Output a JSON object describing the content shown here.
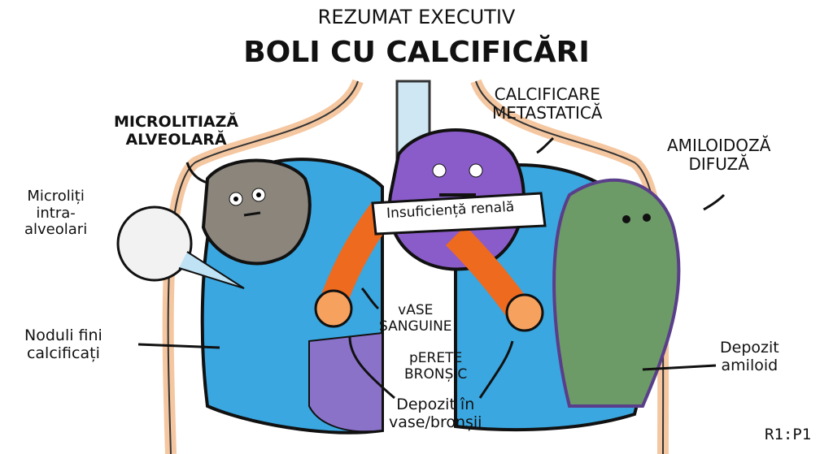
{
  "header": {
    "subtitle": "REZUMAT EXECUTIV",
    "title": "BOLI CU CALCIFICĂRI"
  },
  "labels": {
    "microlitiaza": [
      "MICROLITIAZĂ",
      "ALVEOLARĂ"
    ],
    "microliti": [
      "Microliți",
      "intra-",
      "alveolari"
    ],
    "noduli": [
      "Noduli fini",
      "calcificați"
    ],
    "metastatica": [
      "CALCIFICARE",
      "METASTATICĂ"
    ],
    "amiloidoza": [
      "AMILOIDOZĂ",
      "DIFUZĂ"
    ],
    "insuficienta": "Insuficiență renală",
    "vase": [
      "vASE",
      "SANGUINE"
    ],
    "perete": [
      "pERETE",
      "BRONȘIC"
    ],
    "depozit_vase": [
      "Depozit în",
      "vase/bronșii"
    ],
    "depozit_amiloid": [
      "Depozit",
      "amiloid"
    ],
    "corner": "R1:P1"
  },
  "colors": {
    "lung": "#3aa7e0",
    "crystal": "#8a5cc9",
    "vessel": "#ee6a1f",
    "amyloid": "#5f8a5a",
    "rock": "#8b857c",
    "skin": "#f4c7a1"
  }
}
